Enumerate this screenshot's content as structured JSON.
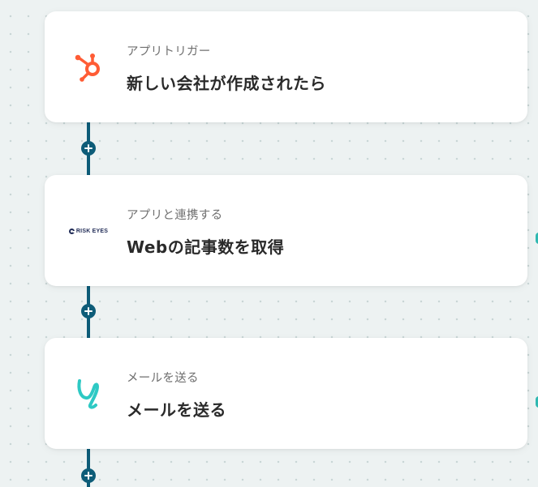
{
  "flow": {
    "steps": [
      {
        "subtitle": "アプリトリガー",
        "title": "新しい会社が作成されたら",
        "icon": "hubspot-icon",
        "icon_color": "#ff5c35"
      },
      {
        "subtitle": "アプリと連携する",
        "title": "Webの記事数を取得",
        "icon": "riskeyes-logo",
        "logo_text": "RISK EYES",
        "icon_color": "#1f2a55"
      },
      {
        "subtitle": "メールを送る",
        "title": "メールを送る",
        "icon": "mail-cursive-icon",
        "icon_color": "#2ec9c4"
      }
    ],
    "connector_color": "#0d5c78",
    "add_button_icon": "plus-icon"
  }
}
